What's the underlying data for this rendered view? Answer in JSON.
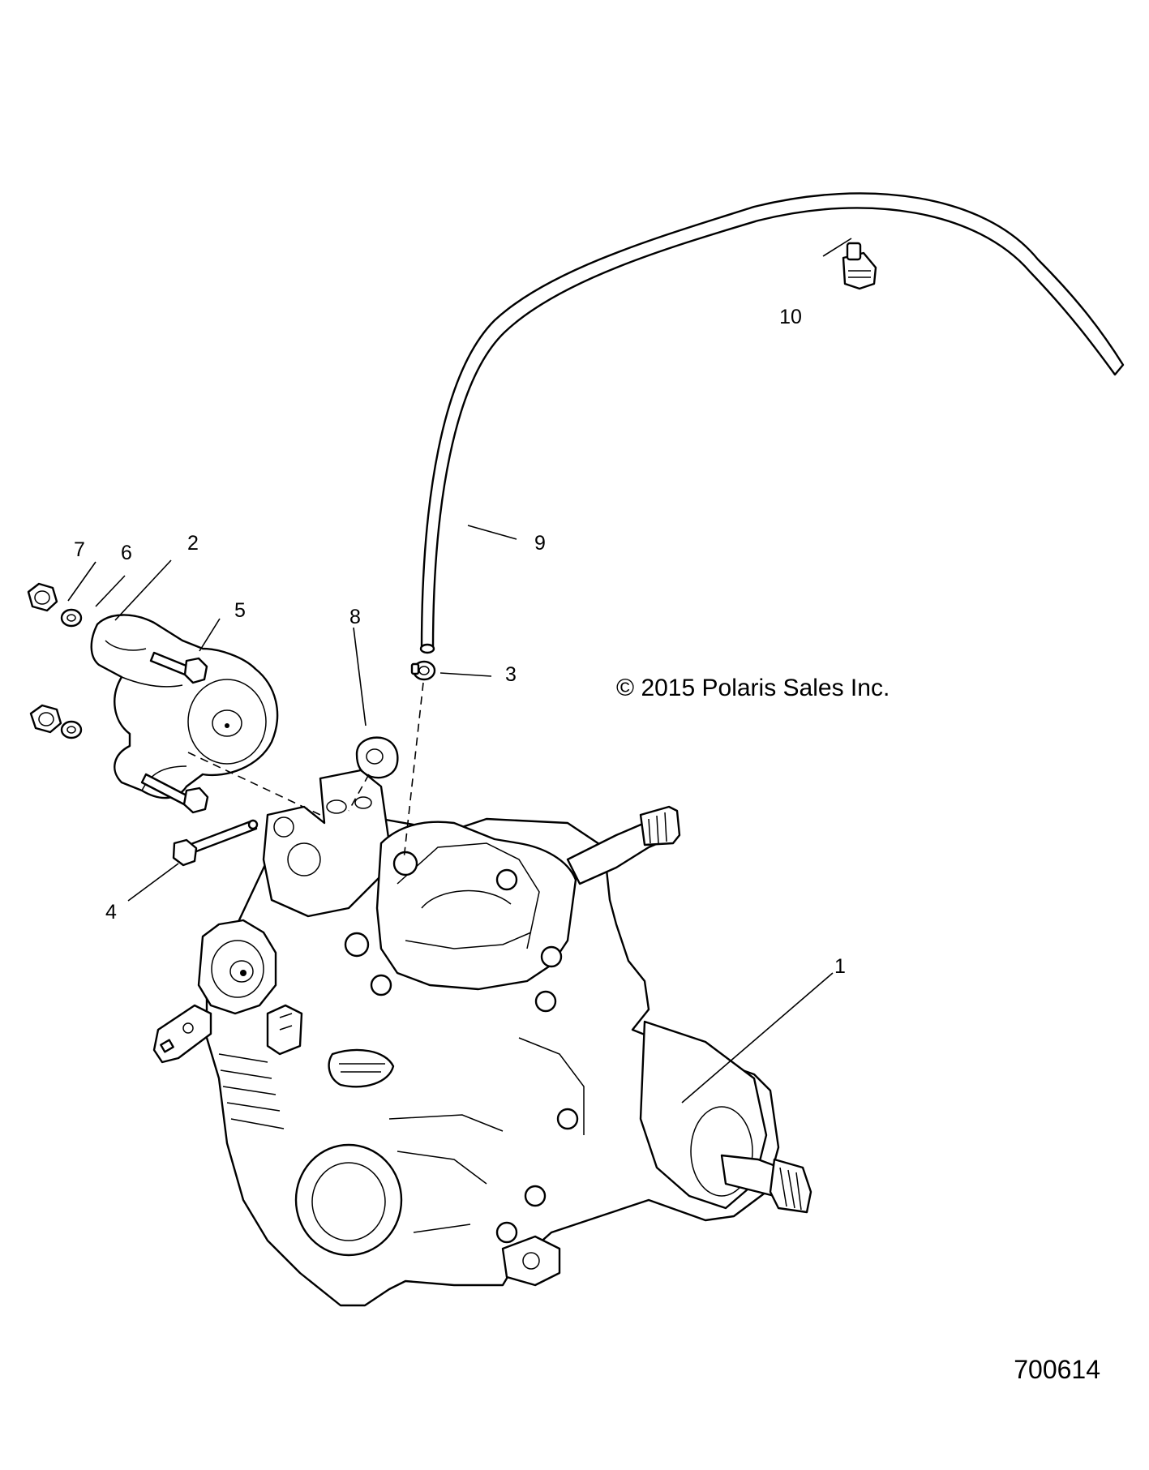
{
  "diagram": {
    "copyright": "© 2015 Polaris Sales Inc.",
    "figure_number": "700614",
    "callouts": [
      "1",
      "2",
      "3",
      "4",
      "5",
      "6",
      "7",
      "8",
      "9",
      "10"
    ]
  }
}
